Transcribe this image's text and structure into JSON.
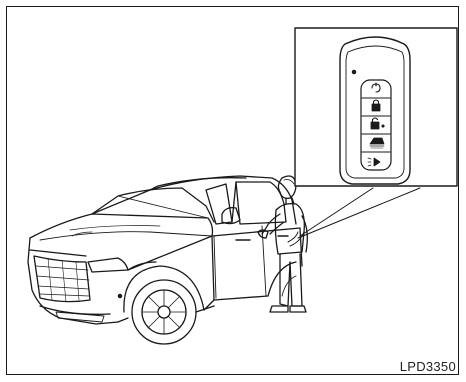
{
  "figure": {
    "code": "LPD3350",
    "callout_subject": "intelligent-key-fob",
    "buttons": [
      "remote-engine-start",
      "lock",
      "unlock",
      "rear-hatch",
      "panic"
    ]
  },
  "colors": {
    "line": "#1a1a1a",
    "background": "#ffffff",
    "callout_border": "#1a1a1a"
  }
}
